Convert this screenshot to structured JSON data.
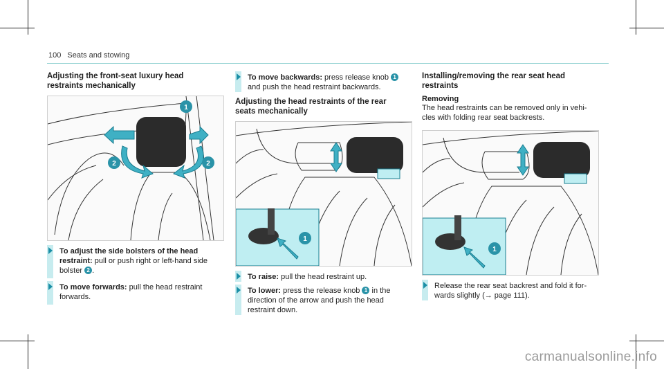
{
  "header": {
    "page_number": "100",
    "section": "Seats and stowing"
  },
  "col1": {
    "title_line1": "Adjusting the front-seat luxury head",
    "title_line2": "restraints mechanically",
    "step1_bold": "To adjust the side bolsters of the head",
    "step1_bold2": "restraint:",
    "step1_text": " pull or push right or left-hand side",
    "step1_text2": "bolster ",
    "step1_badge": "2",
    "step2_bold": "To move forwards:",
    "step2_text": " pull the head restraint",
    "step2_text2": "forwards.",
    "fig_badge1": "1",
    "fig_badge2a": "2",
    "fig_badge2b": "2"
  },
  "col2": {
    "step0_bold": "To move backwards:",
    "step0_text": " press release knob ",
    "step0_badge": "1",
    "step0_text2": "and push the head restraint backwards.",
    "title_line1": "Adjusting the head restraints of the rear",
    "title_line2": "seats mechanically",
    "step1_bold": "To raise:",
    "step1_text": " pull the head restraint up.",
    "step2_bold": "To lower:",
    "step2_text": " press the release knob ",
    "step2_badge": "1",
    "step2_text_b": " in the",
    "step2_text2": "direction of the arrow and push the head",
    "step2_text3": "restraint down.",
    "fig_badge": "1"
  },
  "col3": {
    "title_line1": "Installing/removing the rear seat head",
    "title_line2": "restraints",
    "sub": "Removing",
    "para1": "The head restraints can be removed only in vehi-",
    "para2": "cles with folding rear seat backrests.",
    "step1_text": "Release the rear seat backrest and fold it for-",
    "step1_text2": "wards slightly (",
    "step1_arrow": "→",
    "step1_text3": " page 111).",
    "fig_badge": "1"
  },
  "watermark": "carmanualsonline.info",
  "colors": {
    "accent": "#2a93a8",
    "highlight": "#c7ecef",
    "rule": "#8ccfd0"
  }
}
